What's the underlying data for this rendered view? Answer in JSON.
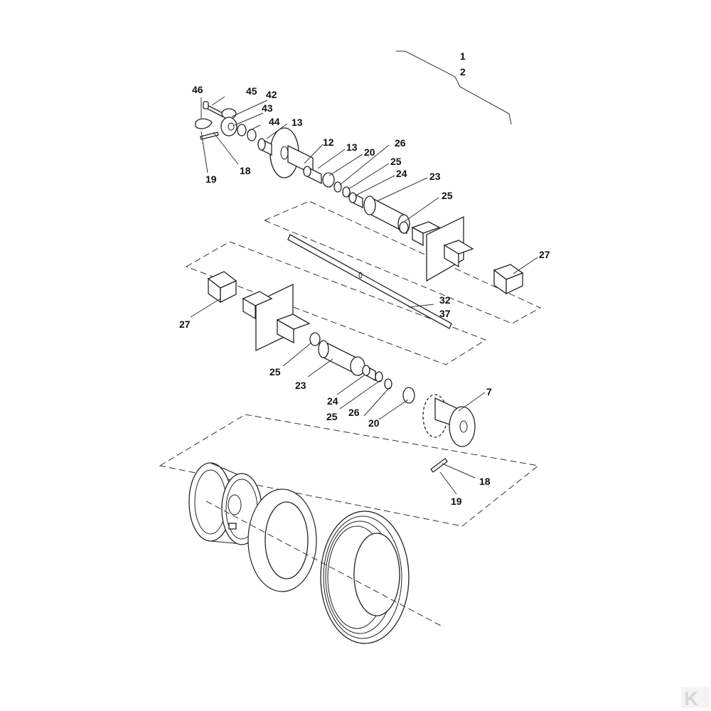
{
  "diagram": {
    "callouts": [
      "1",
      "2",
      "45",
      "46",
      "42",
      "43",
      "44",
      "13",
      "12",
      "13",
      "20",
      "26",
      "25",
      "24",
      "23",
      "25",
      "27",
      "32",
      "37",
      "27",
      "25",
      "23",
      "24",
      "25",
      "26",
      "20",
      "7",
      "18",
      "19",
      "18",
      "19"
    ],
    "watermark": "K"
  }
}
